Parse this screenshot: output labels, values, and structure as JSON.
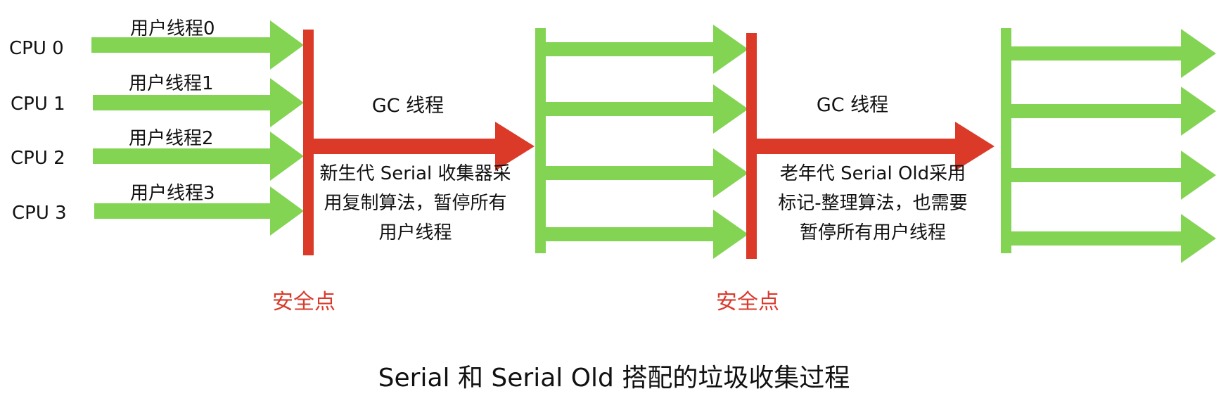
{
  "colors": {
    "user_thread": "#82d452",
    "gc_thread": "#dc3a28",
    "safepoint_label": "#d93a2b",
    "text": "#111111"
  },
  "cpus": [
    "CPU 0",
    "CPU 1",
    "CPU 2",
    "CPU 3"
  ],
  "user_threads": [
    "用户线程0",
    "用户线程1",
    "用户线程2",
    "用户线程3"
  ],
  "phase1": {
    "gc_label": "GC 线程",
    "description": "新生代 Serial 收集器采用复制算法，暂停所有用户线程",
    "safepoint": "安全点"
  },
  "phase2": {
    "gc_label": "GC 线程",
    "description": "老年代 Serial Old采用标记-整理算法，也需要暂停所有用户线程",
    "safepoint": "安全点"
  },
  "caption": "Serial 和 Serial Old 搭配的垃圾收集过程"
}
